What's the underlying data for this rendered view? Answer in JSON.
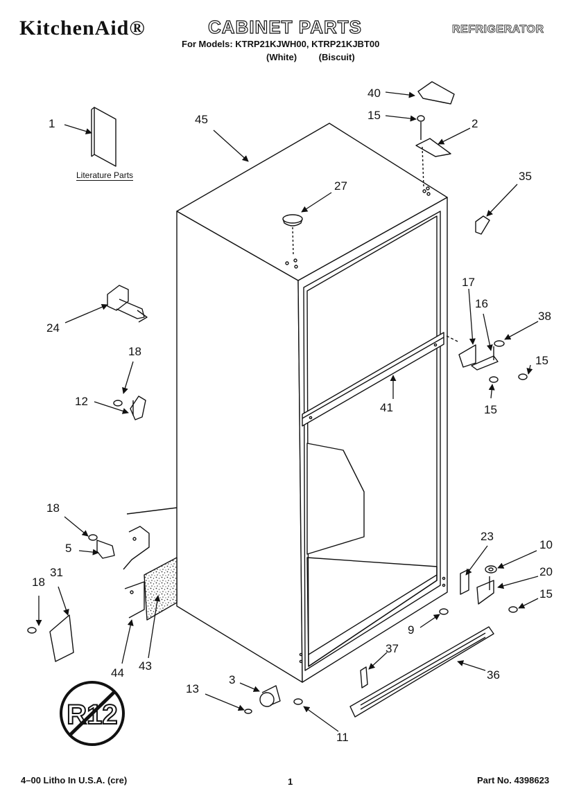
{
  "header": {
    "brand": "KitchenAid®",
    "title": "CABINET PARTS",
    "category": "REFRIGERATOR",
    "models_line": "For Models: KTRP21KJWH00, KTRP21KJBT00",
    "variants": [
      "(White)",
      "(Biscuit)"
    ]
  },
  "diagram": {
    "literature_label": "Literature Parts",
    "r12_symbol_text": "R12",
    "callouts": {
      "c1": "1",
      "c2": "2",
      "c3": "3",
      "c5": "5",
      "c9": "9",
      "c10": "10",
      "c11": "11",
      "c12": "12",
      "c13": "13",
      "c15a": "15",
      "c15b": "15",
      "c15c": "15",
      "c15d": "15",
      "c16": "16",
      "c17": "17",
      "c18a": "18",
      "c18b": "18",
      "c18c": "18",
      "c20": "20",
      "c23": "23",
      "c24": "24",
      "c27": "27",
      "c31": "31",
      "c35": "35",
      "c36": "36",
      "c37": "37",
      "c38": "38",
      "c40": "40",
      "c41": "41",
      "c43": "43",
      "c44": "44",
      "c45": "45"
    }
  },
  "footer": {
    "litho": "4–00 Litho In U.S.A. (cre)",
    "page": "1",
    "part_no": "Part No. 4398623"
  },
  "colors": {
    "ink": "#111111",
    "paper": "#ffffff"
  }
}
